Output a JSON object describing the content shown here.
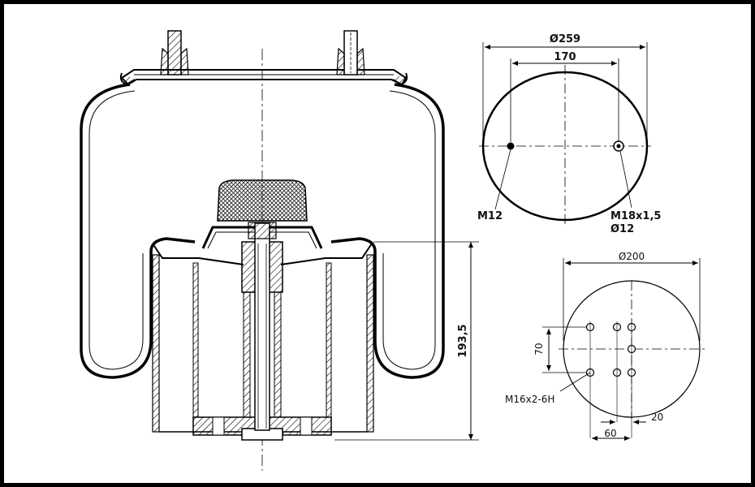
{
  "drawing": {
    "side_view": {
      "height_label": "193,5"
    },
    "top_plate": {
      "diameter_label": "Ø259",
      "bolt_spacing_label": "170",
      "left_thread_label": "M12",
      "right_thread_label": "M18x1,5",
      "right_hole_label": "Ø12"
    },
    "bottom_plate": {
      "diameter_label": "Ø200",
      "vertical_spacing_label": "70",
      "thread_label": "M16x2-6H",
      "offset_label": "20",
      "horizontal_spacing_label": "60"
    }
  }
}
